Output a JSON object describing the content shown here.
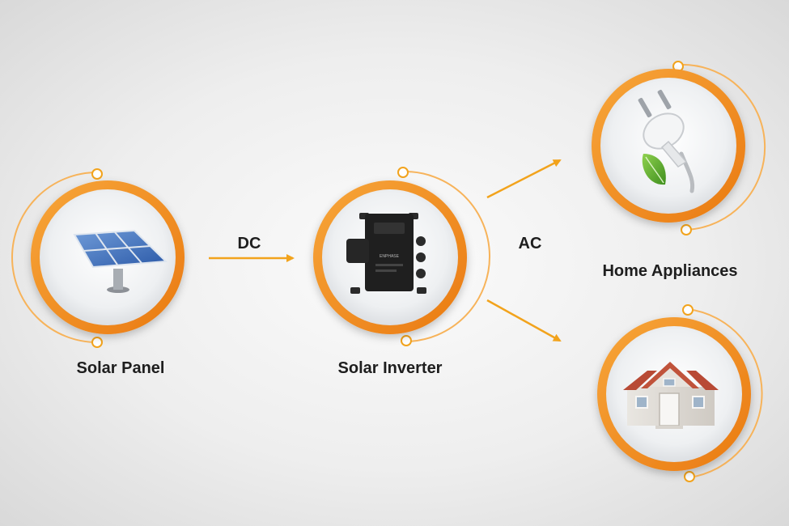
{
  "nodes": {
    "solar_panel": {
      "label": "Solar Panel",
      "icon": "solar-panel-icon"
    },
    "solar_inverter": {
      "label": "Solar Inverter",
      "icon": "inverter-icon",
      "device_text": "ENPHASE"
    },
    "home_appliances": {
      "label": "Home Appliances",
      "icon": "power-plug-icon"
    },
    "house": {
      "label": "",
      "icon": "house-icon"
    }
  },
  "flows": {
    "dc": {
      "label": "DC"
    },
    "ac": {
      "label": "AC"
    }
  },
  "colors": {
    "ring": "#f28c1c",
    "ring_light": "#f7b35a",
    "arrow": "#f2a31c",
    "text": "#1e1e1e"
  }
}
